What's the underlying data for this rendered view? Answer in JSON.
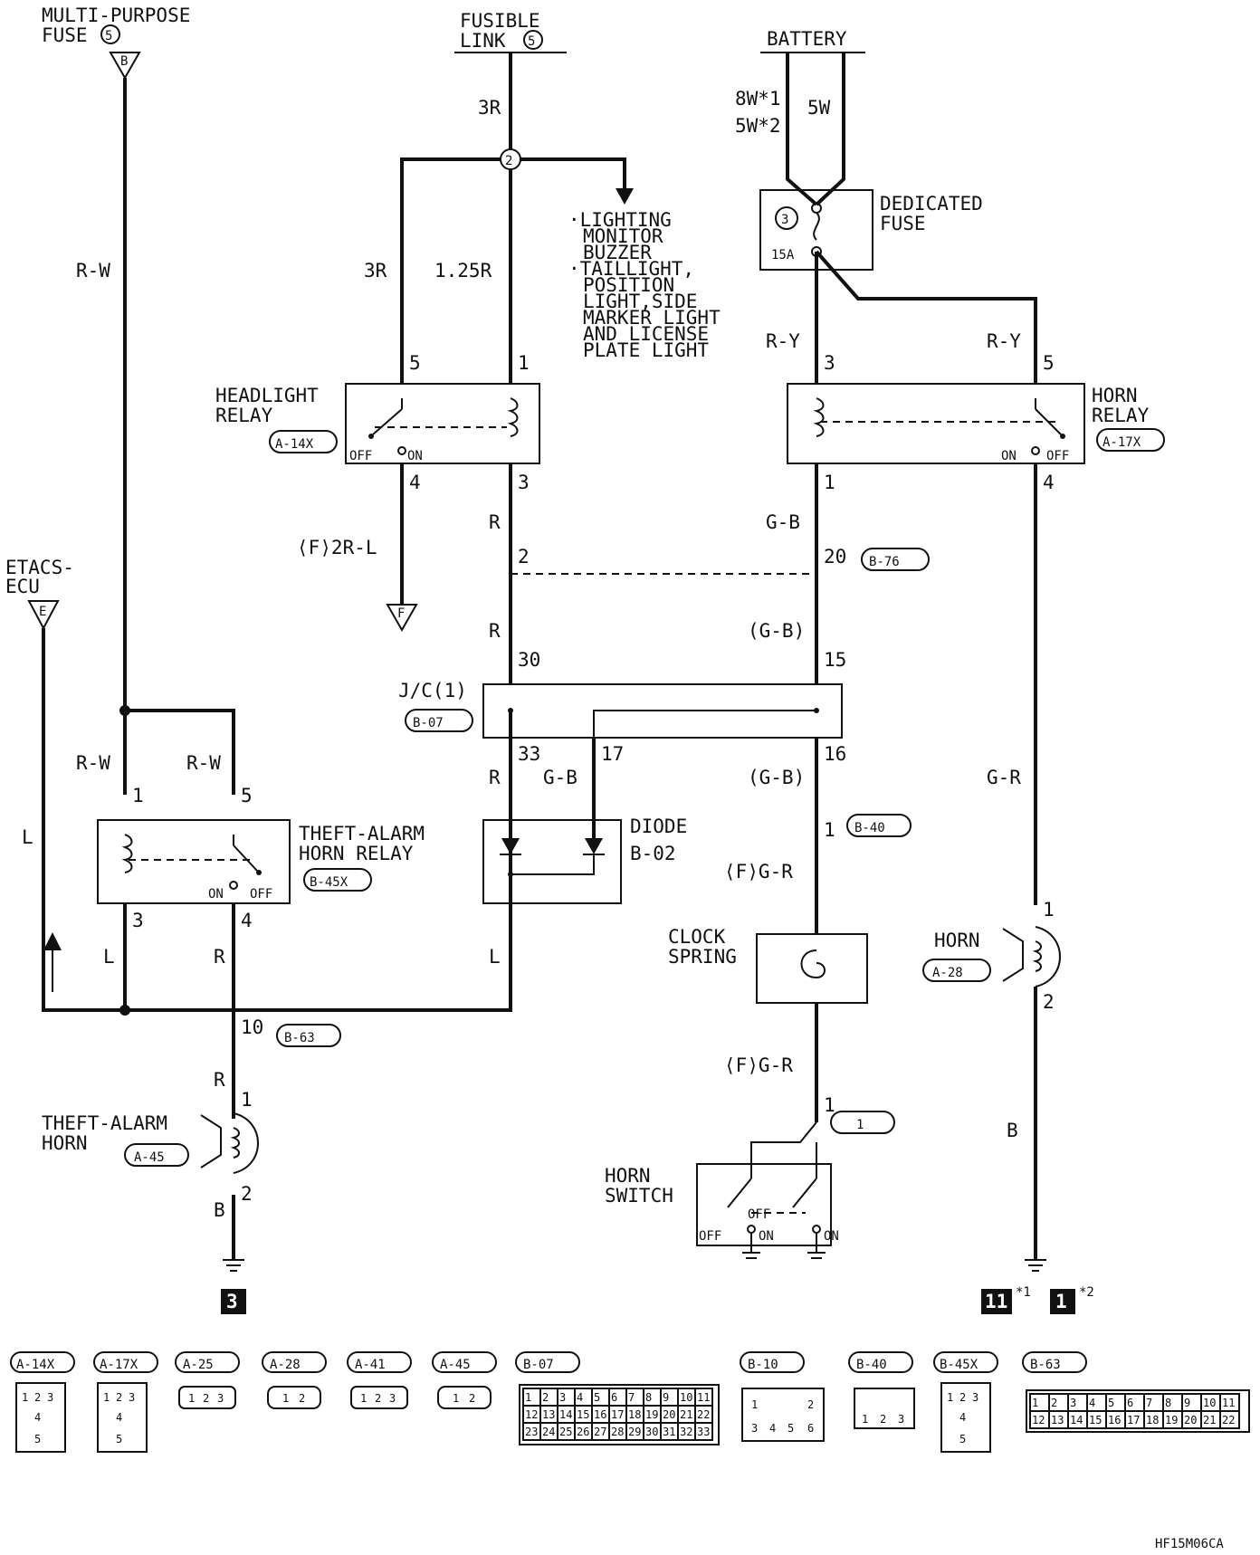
{
  "sources": {
    "multi_purpose_fuse": {
      "line1": "MULTI-PURPOSE",
      "line2": "FUSE",
      "num": "5",
      "tag": "B"
    },
    "fusible_link": {
      "line1": "FUSIBLE",
      "line2": "LINK",
      "num": "5"
    },
    "battery": "BATTERY",
    "etacs_ecu": {
      "line1": "ETACS-",
      "line2": "ECU",
      "tag": "E"
    }
  },
  "dedicated_fuse": {
    "line1": "DEDICATED",
    "line2": "FUSE",
    "num": "3",
    "rating": "15A"
  },
  "battery_wires": {
    "left1": "8W*1",
    "left2": "5W*2",
    "right": "5W"
  },
  "lighting_notes": [
    "·LIGHTING",
    "MONITOR",
    "BUZZER",
    "·TAILLIGHT,",
    "POSITION",
    "LIGHT,SIDE",
    "MARKER LIGHT",
    "AND LICENSE",
    "PLATE LIGHT"
  ],
  "components": {
    "headlight_relay": {
      "line1": "HEADLIGHT",
      "line2": "RELAY",
      "connector": "A-14X",
      "off": "OFF",
      "on": "ON"
    },
    "horn_relay": {
      "line1": "HORN",
      "line2": "RELAY",
      "connector": "A-17X",
      "off": "OFF",
      "on": "ON"
    },
    "theft_relay": {
      "line1": "THEFT-ALARM",
      "line2": "HORN RELAY",
      "connector": "B-45X",
      "off": "OFF",
      "on": "ON"
    },
    "junction": {
      "label": "J/C(1)",
      "connector": "B-07"
    },
    "diode": {
      "line1": "DIODE",
      "line2": "B-02"
    },
    "clock_spring": {
      "line1": "CLOCK",
      "line2": "SPRING"
    },
    "horn": {
      "label": "HORN",
      "connector": "A-28"
    },
    "theft_horn": {
      "line1": "THEFT-ALARM",
      "line2": "HORN",
      "connector": "A-45"
    },
    "horn_switch": {
      "line1": "HORN",
      "line2": "SWITCH",
      "off": "OFF",
      "on": "ON"
    }
  },
  "wires": {
    "w3R_top": "3R",
    "w3R": "3R",
    "w125R": "1.25R",
    "wRW": "R-W",
    "wRW2": "R-W",
    "wRW3": "R-W",
    "wRY_left": "R-Y",
    "wRY_right": "R-Y",
    "wGB": "G-B",
    "wGB_paren": "(G-B)",
    "wGB_paren2": "(G-B)",
    "wGB_jc": "G-B",
    "wR1": "R",
    "wR2": "R",
    "wR3": "R",
    "wR4": "R",
    "wR5": "R",
    "wL1": "L",
    "wL2": "L",
    "wL3": "L",
    "wGR": "G-R",
    "wFGR1": "⟨F⟩G-R",
    "wFGR2": "⟨F⟩G-R",
    "wF2RL": "⟨F⟩2R-L",
    "wB1": "B",
    "wB2": "B"
  },
  "tags": {
    "f_tag": "F"
  },
  "pins": {
    "hl5": "5",
    "hl1": "1",
    "hl4": "4",
    "hl3": "3",
    "hr3": "3",
    "hr5": "5",
    "hr1": "1",
    "hr4": "4",
    "p2": "2",
    "p20": "20",
    "p30": "30",
    "p15": "15",
    "p33": "33",
    "p17": "17",
    "p16": "16",
    "p40_1": "1",
    "th1": "1",
    "th5": "5",
    "th3": "3",
    "th4": "4",
    "p10": "10",
    "ah1": "1",
    "ah2": "2",
    "h1": "1",
    "h2": "2",
    "sw1": "1",
    "jc2": "2"
  },
  "connector_refs": {
    "b76": "B-76",
    "b40": "B-40",
    "b63": "B-63",
    "one": "1"
  },
  "grounds": {
    "g3": "3",
    "g11": "11",
    "g11_note": "*1",
    "g1": "1",
    "g1_note": "*2"
  },
  "connector_views": [
    {
      "name": "A-14X",
      "pins": [
        "1",
        "2",
        "3",
        "4",
        "5"
      ]
    },
    {
      "name": "A-17X",
      "pins": [
        "1",
        "2",
        "3",
        "4",
        "5"
      ]
    },
    {
      "name": "A-25",
      "pins": [
        "1",
        "2",
        "3"
      ]
    },
    {
      "name": "A-28",
      "pins": [
        "1",
        "2"
      ]
    },
    {
      "name": "A-41",
      "pins": [
        "1",
        "2",
        "3"
      ]
    },
    {
      "name": "A-45",
      "pins": [
        "1",
        "2"
      ]
    },
    {
      "name": "B-07",
      "pins": [
        "1",
        "2",
        "3",
        "4",
        "5",
        "6",
        "7",
        "8",
        "9",
        "10",
        "11",
        "12",
        "13",
        "14",
        "15",
        "16",
        "17",
        "18",
        "19",
        "20",
        "21",
        "22",
        "23",
        "24",
        "25",
        "26",
        "27",
        "28",
        "29",
        "30",
        "31",
        "32",
        "33"
      ]
    },
    {
      "name": "B-10",
      "pins": [
        "1",
        "2",
        "3",
        "4",
        "5",
        "6"
      ]
    },
    {
      "name": "B-40",
      "pins": [
        "1",
        "2",
        "3"
      ]
    },
    {
      "name": "B-45X",
      "pins": [
        "1",
        "2",
        "3",
        "4",
        "5"
      ]
    },
    {
      "name": "B-63",
      "pins": [
        "1",
        "2",
        "3",
        "4",
        "5",
        "6",
        "7",
        "8",
        "9",
        "10",
        "11",
        "12",
        "13",
        "14",
        "15",
        "16",
        "17",
        "18",
        "19",
        "20",
        "21",
        "22"
      ]
    }
  ],
  "figure_id": "HF15M06CA"
}
